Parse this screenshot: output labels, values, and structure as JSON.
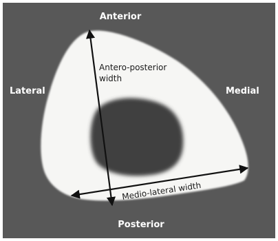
{
  "labels": {
    "anterior": "Anterior",
    "posterior": "Posterior",
    "lateral": "Lateral",
    "medial": "Medial",
    "ap_width_line1": "Antero-posterior",
    "ap_width_line2": "width",
    "ml_width": "Medio-lateral width"
  },
  "colors": {
    "background_gray": "#585858",
    "cortex_white": "#f6f6f4",
    "marrow_dark": "#3f3f3f",
    "label_white": "#ffffff",
    "measure_line": "#111111"
  }
}
